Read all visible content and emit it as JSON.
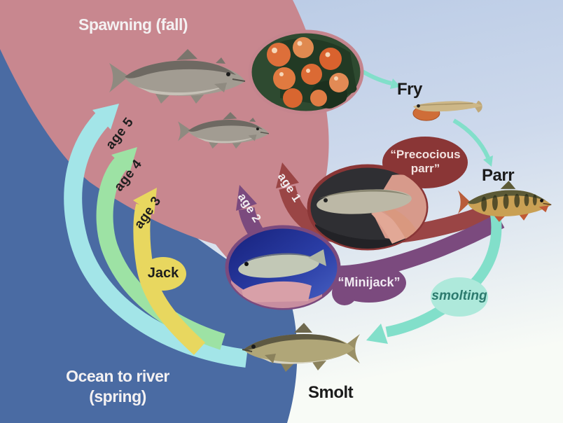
{
  "colors": {
    "bg_top": "#b6c8e4",
    "bg_mid": "#cdd9ec",
    "bg_bottom": "#f8fbf6",
    "ocean_blue": "#4a6ba3",
    "river_pink": "#c8878f",
    "age5_cyan": "#a3e5e8",
    "age4_green": "#9de2a4",
    "age3_yellow": "#e8d75f",
    "age1_red": "#9a4545",
    "age2_purple": "#7b4a7e",
    "teal_arrow": "#82dfca",
    "smolting_bubble": "#aee9db",
    "precocious_red": "#8a3636",
    "minijack_purple": "#7b4a7e",
    "jack_yellow": "#e8d75f",
    "eggs_bg": "#2e4a30",
    "egg_orange": "#dd6f3a"
  },
  "stages": {
    "spawning": "Spawning (fall)",
    "fry": "Fry",
    "parr": "Parr",
    "smolt": "Smolt",
    "ocean_line1": "Ocean to river",
    "ocean_line2": "(spring)"
  },
  "bubbles": {
    "precocious_line1": "“Precocious",
    "precocious_line2": "parr”",
    "minijack": "“Minijack”",
    "smolting": "smolting",
    "jack": "Jack"
  },
  "age_labels": {
    "age1": "age 1",
    "age2": "age 2",
    "age3": "age 3",
    "age4": "age 4",
    "age5": "age 5"
  }
}
